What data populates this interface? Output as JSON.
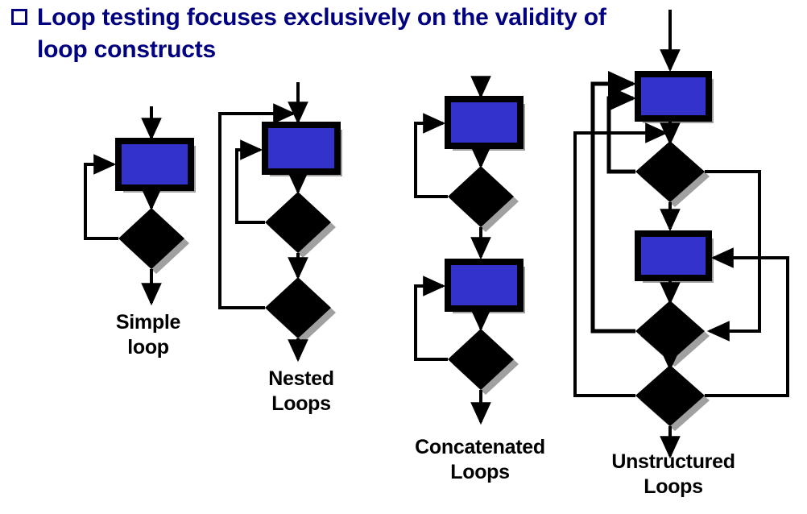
{
  "slide": {
    "background_color": "#ffffff",
    "bullet_icon": "square-outline-bullet",
    "title": "Loop testing focuses exclusively on the validity of\nloop constructs",
    "title_color": "#000080"
  },
  "palette": {
    "process_fill": "#3333CC",
    "process_border": "#000000",
    "decision_fill": "#000000",
    "shadow": "#A0A0A0",
    "line": "#000000",
    "label": "#000000"
  },
  "diagrams": [
    {
      "id": "simple-loop",
      "caption": "Simple\nloop",
      "nodes": [
        {
          "type": "process",
          "name": "process-box-1"
        },
        {
          "type": "decision",
          "name": "decision-diamond-1"
        }
      ],
      "edges": [
        {
          "name": "entry-arrow",
          "from": "entry",
          "to": "process-box-1"
        },
        {
          "name": "box-to-diamond",
          "from": "process-box-1",
          "to": "decision-diamond-1"
        },
        {
          "name": "exit-arrow",
          "from": "decision-diamond-1",
          "to": "exit"
        },
        {
          "name": "feedback-loop",
          "from": "decision-diamond-1",
          "to": "process-box-1"
        }
      ]
    },
    {
      "id": "nested-loops",
      "caption": "Nested\nLoops",
      "nodes": [
        {
          "type": "process",
          "name": "process-box-1"
        },
        {
          "type": "decision",
          "name": "decision-diamond-1"
        },
        {
          "type": "decision",
          "name": "decision-diamond-2"
        }
      ],
      "edges": [
        {
          "name": "entry-arrow",
          "from": "entry",
          "to": "process-box-1"
        },
        {
          "name": "box-to-diamond-1",
          "from": "process-box-1",
          "to": "decision-diamond-1"
        },
        {
          "name": "diamond-1-to-diamond-2",
          "from": "decision-diamond-1",
          "to": "decision-diamond-2"
        },
        {
          "name": "exit-arrow",
          "from": "decision-diamond-2",
          "to": "exit"
        },
        {
          "name": "inner-feedback-loop",
          "from": "decision-diamond-1",
          "to": "process-box-1"
        },
        {
          "name": "outer-feedback-loop",
          "from": "decision-diamond-2",
          "to": "process-box-1"
        }
      ]
    },
    {
      "id": "concatenated-loops",
      "caption": "Concatenated\nLoops",
      "nodes": [
        {
          "type": "process",
          "name": "process-box-1"
        },
        {
          "type": "decision",
          "name": "decision-diamond-1"
        },
        {
          "type": "process",
          "name": "process-box-2"
        },
        {
          "type": "decision",
          "name": "decision-diamond-2"
        }
      ],
      "edges": [
        {
          "name": "entry-arrow",
          "from": "entry",
          "to": "process-box-1"
        },
        {
          "name": "box-1-to-diamond-1",
          "from": "process-box-1",
          "to": "decision-diamond-1"
        },
        {
          "name": "feedback-loop-1",
          "from": "decision-diamond-1",
          "to": "process-box-1"
        },
        {
          "name": "diamond-1-to-box-2",
          "from": "decision-diamond-1",
          "to": "process-box-2"
        },
        {
          "name": "box-2-to-diamond-2",
          "from": "process-box-2",
          "to": "decision-diamond-2"
        },
        {
          "name": "feedback-loop-2",
          "from": "decision-diamond-2",
          "to": "process-box-2"
        },
        {
          "name": "exit-arrow",
          "from": "decision-diamond-2",
          "to": "exit"
        }
      ]
    },
    {
      "id": "unstructured-loops",
      "caption": "Unstructured\nLoops",
      "nodes": [
        {
          "type": "process",
          "name": "process-box-1"
        },
        {
          "type": "decision",
          "name": "decision-diamond-1"
        },
        {
          "type": "process",
          "name": "process-box-2"
        },
        {
          "type": "decision",
          "name": "decision-diamond-2"
        },
        {
          "type": "decision",
          "name": "decision-diamond-3"
        }
      ],
      "edges": [
        {
          "name": "entry-arrow",
          "from": "entry",
          "to": "process-box-1"
        },
        {
          "name": "box-1-to-diamond-1",
          "from": "process-box-1",
          "to": "decision-diamond-1"
        },
        {
          "name": "diamond-1-to-box-2",
          "from": "decision-diamond-1",
          "to": "process-box-2"
        },
        {
          "name": "box-2-to-diamond-2",
          "from": "process-box-2",
          "to": "decision-diamond-2"
        },
        {
          "name": "diamond-2-to-diamond-3",
          "from": "decision-diamond-2",
          "to": "decision-diamond-3"
        },
        {
          "name": "exit-arrow",
          "from": "decision-diamond-3",
          "to": "exit"
        },
        {
          "name": "jump-diamond-1-to-box-1",
          "from": "decision-diamond-1",
          "to": "process-box-1"
        },
        {
          "name": "jump-diamond-2-to-box-1",
          "from": "decision-diamond-2",
          "to": "process-box-1"
        },
        {
          "name": "jump-diamond-3-to-diamond-1",
          "from": "decision-diamond-3",
          "to": "decision-diamond-1"
        },
        {
          "name": "jump-diamond-1-to-diamond-2",
          "from": "decision-diamond-1",
          "to": "decision-diamond-2"
        },
        {
          "name": "jump-diamond-3-to-box-2",
          "from": "decision-diamond-3",
          "to": "process-box-2"
        }
      ]
    }
  ]
}
